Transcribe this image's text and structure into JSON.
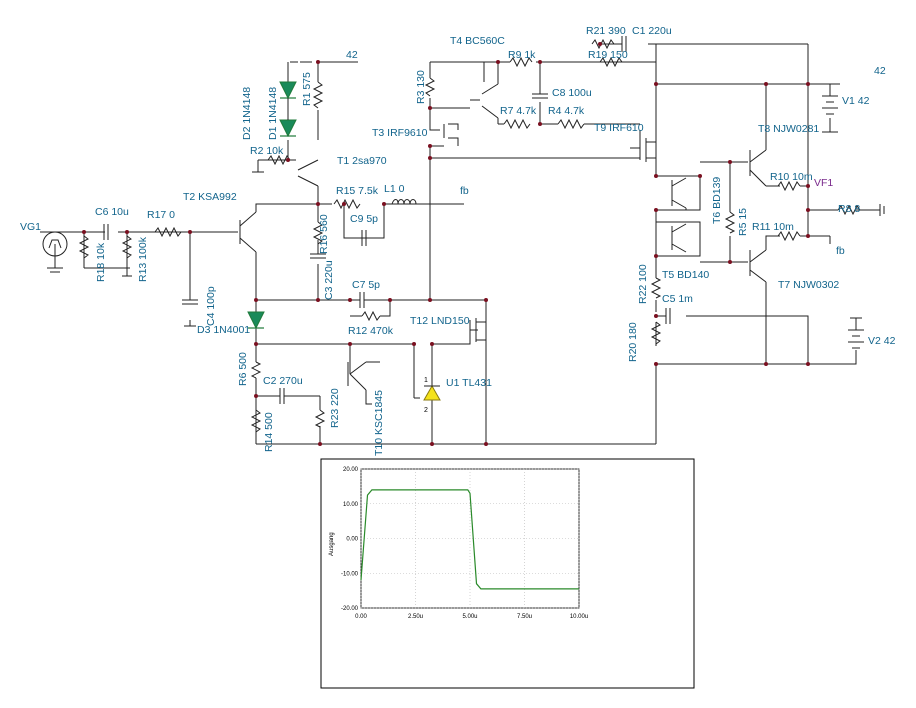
{
  "labels": {
    "vg1": "VG1",
    "c6": "C6 10u",
    "r17": "R17 0",
    "r18": "R18 10k",
    "r13": "R13 100k",
    "t2": "T2 KSA992",
    "c4": "C4 100p",
    "d3": "D3 1N4001",
    "r6": "R6 500",
    "c2": "C2 270u",
    "r14": "R14 500",
    "r23": "R23 220",
    "t10": "T10 KSC1845",
    "r2": "R2 10k",
    "d2": "D2 1N4148",
    "d1": "D1 1N4148",
    "r1": "R1 575",
    "v42a": "42",
    "t1": "T1 2sa970",
    "r15": "R15 7.5k",
    "l1": "L1 0",
    "fb1": "fb",
    "c9": "C9 5p",
    "r16": "R16 560",
    "c3": "C3 220u",
    "c7": "C7 5p",
    "r12": "R12 470k",
    "t12": "T12 LND150",
    "u1": "U1 TL431",
    "pin1": "1",
    "pin2": "2",
    "t4": "T4 BC560C",
    "r9": "R9 1k",
    "r3": "R3 130",
    "c8": "C8 100u",
    "r7": "R7 4.7k",
    "r4": "R4 4.7k",
    "t3": "T3 IRF9610",
    "t9": "T9 IRF610",
    "r21": "R21 390",
    "c1": "C1 220u",
    "r19": "R19 150",
    "v42b": "42",
    "v1": "V1 42",
    "t8": "T8 NJW0281",
    "r10": "R10 10m",
    "vf1": "VF1",
    "r8": "R8 8",
    "t6": "T6 BD139",
    "r5": "R5 15",
    "r11": "R11 10m",
    "fb2": "fb",
    "t5": "T5 BD140",
    "r22": "R22 100",
    "c5": "C5 1m",
    "t7": "T7 NJW0302",
    "v2": "V2 42",
    "r20": "R20 180"
  },
  "plot": {
    "ylabel": "Ausgang",
    "colors": {
      "trace": "#2a8a2a",
      "frame": "#000000",
      "grid": "#b8b8b8"
    },
    "chart_data": {
      "type": "line",
      "xlim": [
        0,
        10
      ],
      "ylim": [
        -20,
        20
      ],
      "x_ticks": [
        "0.00",
        "2.50u",
        "5.00u",
        "7.50u",
        "10.00u"
      ],
      "y_ticks": [
        "20.00",
        "10.00",
        "0.00",
        "-10.00",
        "-20.00"
      ],
      "series": [
        {
          "x": [
            0,
            0.3,
            0.5,
            4.9,
            5.0,
            5.3,
            5.5,
            10.0
          ],
          "y": [
            -12,
            12.5,
            14,
            14,
            13,
            -13,
            -14.5,
            -14.5
          ]
        }
      ]
    }
  }
}
